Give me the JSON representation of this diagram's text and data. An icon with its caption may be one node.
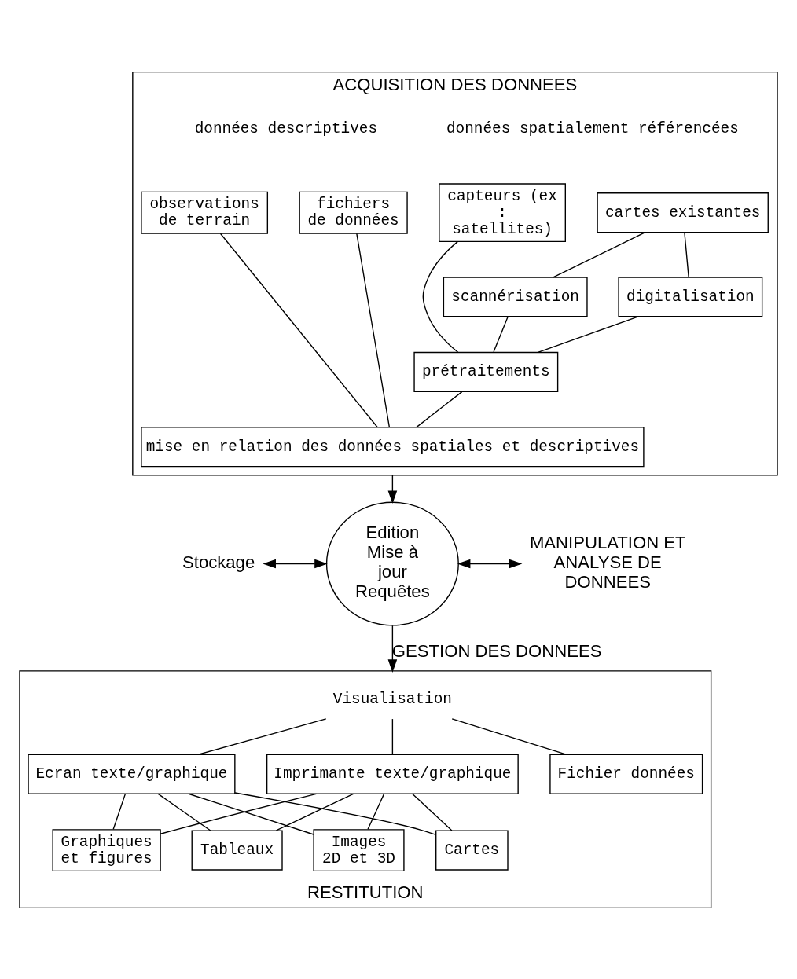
{
  "diagram": {
    "nodes": [
      {
        "text": [
          "ACQUISITION DES DONNEES"
        ]
      },
      {
        "text": [
          "cartes existantes"
        ],
        "in": 0
      },
      {
        "text": [
          "capteurs (ex : satellites)"
        ],
        "in": 0
      },
      {
        "text": [
          "observations de terrain"
        ],
        "in": 0
      },
      {
        "text": [
          "fichiers de données"
        ],
        "in": 0
      },
      {
        "text": [
          "digitalisation"
        ],
        "in": 0
      },
      {
        "text": [
          "scannérisation"
        ],
        "in": 0
      },
      {
        "text": [
          "prétraitements"
        ],
        "in": 0
      },
      {
        "text": [
          "mise en relation des données spatiales et descriptives"
        ],
        "in": 0
      },
      {
        "text": [
          "Edition Mise à jour Requêtes"
        ]
      },
      {
        "text": [
          "Stockage"
        ]
      },
      {
        "text": [
          "MANIPULATION ET ANALYSE DE DONNEES"
        ]
      },
      {
        "text": [
          "RESTITUTION"
        ]
      },
      {
        "text": [
          "Visualisation"
        ],
        "in": 12
      },
      {
        "text": [
          "Ecran texte/graphique"
        ],
        "in": 12
      },
      {
        "text": [
          "Imprimante texte/graphique"
        ],
        "in": 12
      },
      {
        "text": [
          "Fichier données"
        ],
        "in": 12
      },
      {
        "text": [
          "Tableaux"
        ],
        "in": 12
      },
      {
        "text": [
          "Graphiques et figures"
        ],
        "in": 12
      },
      {
        "text": [
          "Cartes"
        ],
        "in": 12
      },
      {
        "text": [
          "Images 2D et 3D"
        ],
        "in": 12
      }
    ],
    "edges": [
      {
        "from": 1,
        "to": 5,
        "arrow": "none"
      },
      {
        "from": 1,
        "to": 6,
        "arrow": "none"
      },
      {
        "from": 5,
        "to": 7,
        "arrow": "none"
      },
      {
        "from": 6,
        "to": 7,
        "arrow": "none"
      },
      {
        "from": 2,
        "to": 7,
        "arrow": "none"
      },
      {
        "from": 3,
        "to": 8,
        "arrow": "none"
      },
      {
        "from": 4,
        "to": 8,
        "arrow": "none"
      },
      {
        "from": 7,
        "to": 8,
        "arrow": "none"
      },
      {
        "from": 0,
        "to": 9,
        "arrow": "to"
      },
      {
        "from": 10,
        "to": 9,
        "arrow": "both"
      },
      {
        "from": 9,
        "to": 11,
        "arrow": "both"
      },
      {
        "from": 9,
        "to": 12,
        "arrow": "to",
        "label": "GESTION DES DONNEES"
      },
      {
        "from": 13,
        "to": 14,
        "arrow": "none"
      },
      {
        "from": 13,
        "to": 15,
        "arrow": "none"
      },
      {
        "from": 13,
        "to": 16,
        "arrow": "none"
      },
      {
        "from": 14,
        "to": 17,
        "arrow": "none"
      },
      {
        "from": 14,
        "to": 18,
        "arrow": "none"
      },
      {
        "from": 14,
        "to": 19,
        "arrow": "none"
      },
      {
        "from": 14,
        "to": 20,
        "arrow": "none"
      },
      {
        "from": 15,
        "to": 17,
        "arrow": "none"
      },
      {
        "from": 15,
        "to": 18,
        "arrow": "none"
      },
      {
        "from": 15,
        "to": 19,
        "arrow": "none"
      },
      {
        "from": 15,
        "to": 20,
        "arrow": "none"
      }
    ],
    "labels": [
      "données spatialement référencées",
      "données descriptives"
    ]
  }
}
